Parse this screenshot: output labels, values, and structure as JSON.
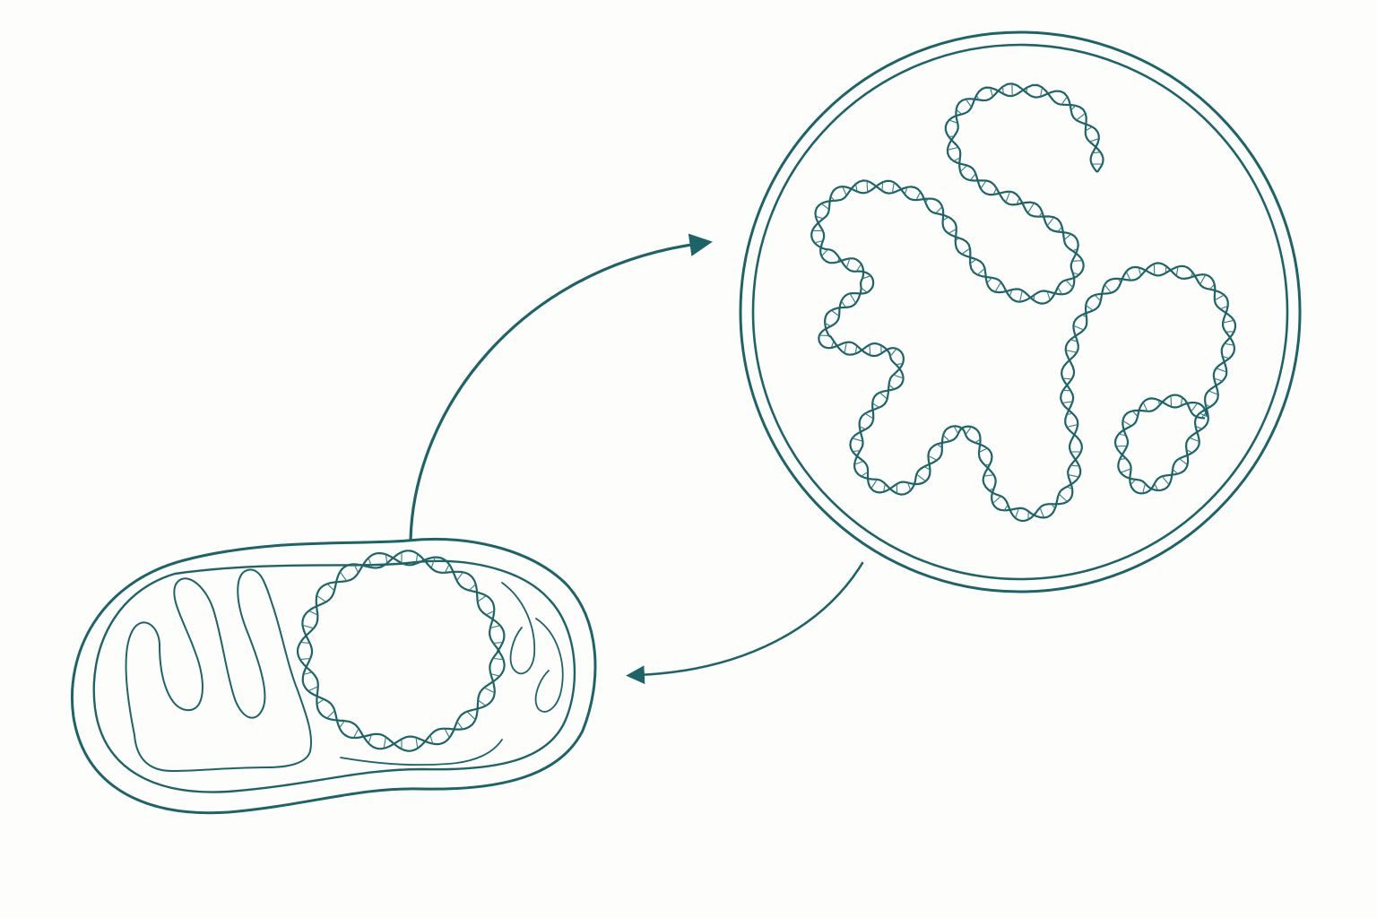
{
  "colors": {
    "ink": "#1d6468",
    "ink_light": "#2f7a7e",
    "background": "#fdfdfb"
  },
  "diagram": {
    "nodes": [
      {
        "id": "mitochondrion",
        "contains": "circular-dna"
      },
      {
        "id": "magnified-view",
        "contains": "unwound-dna-strand"
      }
    ],
    "edges": [
      {
        "from": "mitochondrion",
        "to": "magnified-view",
        "style": "arrow"
      },
      {
        "from": "magnified-view",
        "to": "mitochondrion",
        "style": "arrow"
      }
    ]
  }
}
